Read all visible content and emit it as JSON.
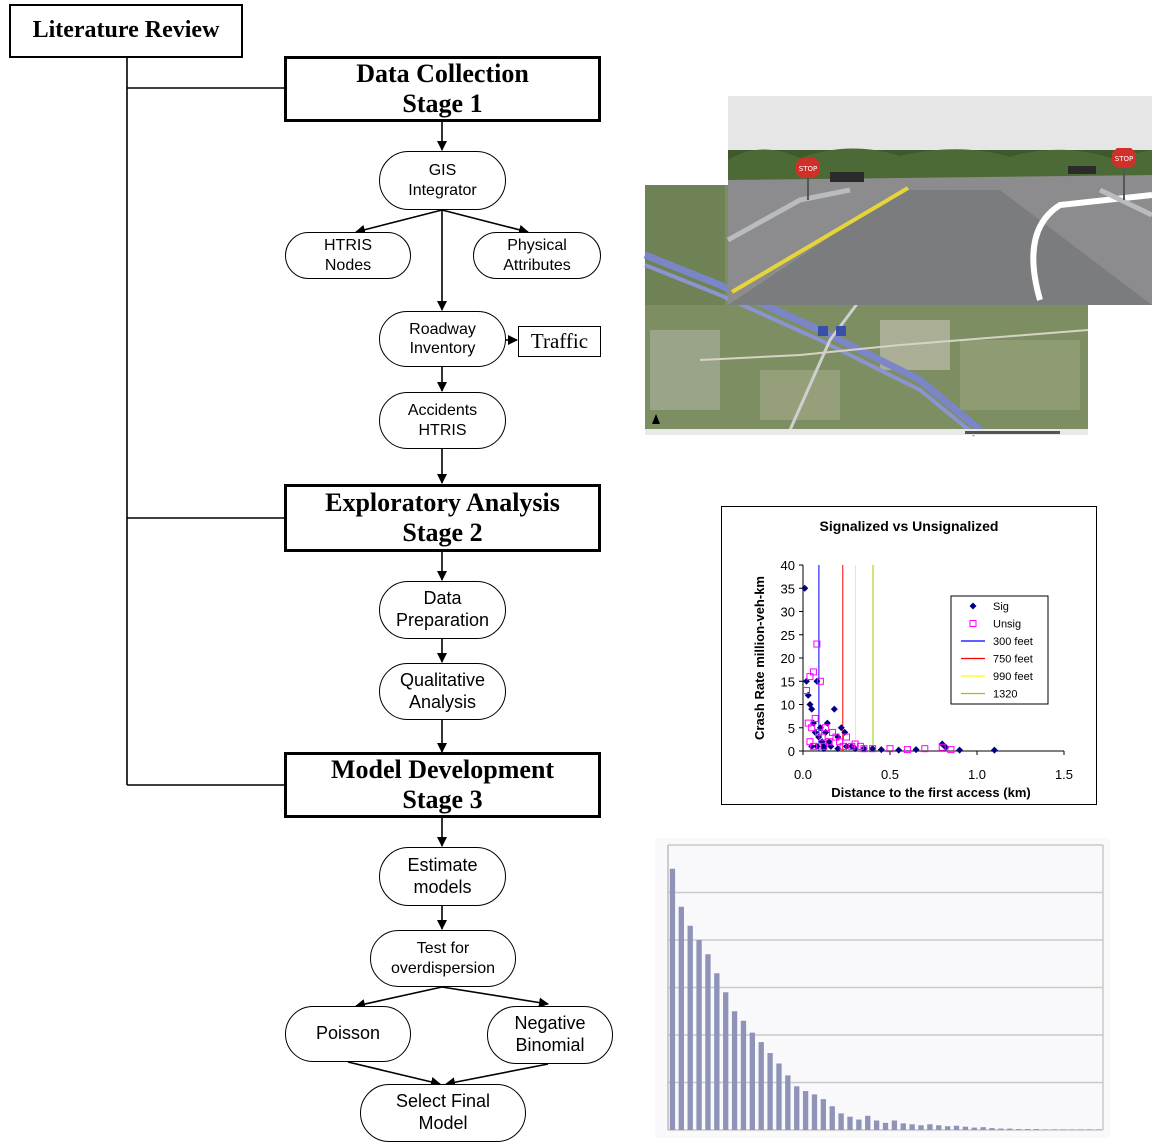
{
  "flowchart": {
    "literature_review": "Literature Review",
    "stage1": {
      "line1": "Data Collection",
      "line2": "Stage 1"
    },
    "stage2": {
      "line1": "Exploratory Analysis",
      "line2": "Stage 2"
    },
    "stage3": {
      "line1": "Model Development",
      "line2": "Stage 3"
    },
    "gis": {
      "line1": "GIS",
      "line2": "Integrator"
    },
    "htris_nodes": {
      "line1": "HTRIS",
      "line2": "Nodes"
    },
    "physical": {
      "line1": "Physical",
      "line2": "Attributes"
    },
    "roadway": {
      "line1": "Roadway",
      "line2": "Inventory"
    },
    "traffic": "Traffic",
    "accidents": {
      "line1": "Accidents",
      "line2": "HTRIS"
    },
    "data_prep": {
      "line1": "Data",
      "line2": "Preparation"
    },
    "qualitative": {
      "line1": "Qualitative",
      "line2": "Analysis"
    },
    "estimate": {
      "line1": "Estimate",
      "line2": "models"
    },
    "test": {
      "line1": "Test for",
      "line2": "overdispersion"
    },
    "poisson": "Poisson",
    "negbin": {
      "line1": "Negative",
      "line2": "Binomial"
    },
    "select": {
      "line1": "Select Final",
      "line2": "Model"
    }
  },
  "photos": {
    "road_signs": [
      "STOP",
      "STOP"
    ]
  },
  "colors": {
    "sig": "#000080",
    "unsig": "#ff00ff",
    "line300": "#0000ff",
    "line750": "#ff0000",
    "line990": "#ffff00",
    "line1320": "#99cc00",
    "hist_bar": "#8f93b8"
  },
  "chart_data": [
    {
      "type": "scatter",
      "title": "Signalized vs Unsignalized",
      "xlabel": "Distance to the first access (km)",
      "ylabel": "Crash Rate million-veh-km",
      "xlim": [
        0,
        1.5
      ],
      "ylim": [
        0,
        40
      ],
      "xticks": [
        "0.0",
        "0.5",
        "1.0",
        "1.5"
      ],
      "yticks": [
        "0",
        "5",
        "10",
        "15",
        "20",
        "25",
        "30",
        "35",
        "40"
      ],
      "legend_position": "right",
      "series": [
        {
          "name": "Sig",
          "marker": "diamond",
          "points": [
            [
              0.01,
              35
            ],
            [
              0.02,
              15
            ],
            [
              0.03,
              12
            ],
            [
              0.04,
              10
            ],
            [
              0.05,
              9
            ],
            [
              0.06,
              6
            ],
            [
              0.07,
              4
            ],
            [
              0.08,
              15
            ],
            [
              0.09,
              3
            ],
            [
              0.1,
              5
            ],
            [
              0.11,
              2
            ],
            [
              0.12,
              1
            ],
            [
              0.13,
              4
            ],
            [
              0.14,
              6
            ],
            [
              0.15,
              2
            ],
            [
              0.16,
              1
            ],
            [
              0.18,
              9
            ],
            [
              0.2,
              3
            ],
            [
              0.22,
              5
            ],
            [
              0.24,
              4
            ],
            [
              0.25,
              1
            ],
            [
              0.28,
              1
            ],
            [
              0.3,
              0.5
            ],
            [
              0.35,
              0.5
            ],
            [
              0.4,
              0.5
            ],
            [
              0.45,
              0.3
            ],
            [
              0.55,
              0.2
            ],
            [
              0.65,
              0.3
            ],
            [
              0.8,
              1.5
            ],
            [
              0.82,
              0.8
            ],
            [
              0.9,
              0.2
            ],
            [
              1.1,
              0.2
            ],
            [
              0.05,
              1
            ],
            [
              0.08,
              1
            ],
            [
              0.12,
              0.5
            ],
            [
              0.2,
              0.5
            ]
          ]
        },
        {
          "name": "Unsig",
          "marker": "square",
          "points": [
            [
              0.02,
              13
            ],
            [
              0.04,
              16
            ],
            [
              0.06,
              17
            ],
            [
              0.08,
              23
            ],
            [
              0.1,
              15
            ],
            [
              0.03,
              6
            ],
            [
              0.05,
              5
            ],
            [
              0.07,
              7
            ],
            [
              0.09,
              4
            ],
            [
              0.11,
              3
            ],
            [
              0.13,
              5
            ],
            [
              0.15,
              2
            ],
            [
              0.17,
              4
            ],
            [
              0.19,
              3
            ],
            [
              0.21,
              2
            ],
            [
              0.23,
              1
            ],
            [
              0.25,
              3
            ],
            [
              0.28,
              1
            ],
            [
              0.3,
              1.5
            ],
            [
              0.33,
              1
            ],
            [
              0.35,
              0.5
            ],
            [
              0.4,
              0.5
            ],
            [
              0.5,
              0.5
            ],
            [
              0.6,
              0.3
            ],
            [
              0.7,
              0.5
            ],
            [
              0.8,
              0.8
            ],
            [
              0.85,
              0.3
            ],
            [
              0.04,
              2
            ],
            [
              0.06,
              1
            ],
            [
              0.12,
              1
            ]
          ]
        },
        {
          "name": "300 feet",
          "type": "vline",
          "x": 0.0914
        },
        {
          "name": "750 feet",
          "type": "vline",
          "x": 0.2286
        },
        {
          "name": "990 feet",
          "type": "vline",
          "x": 0.3018
        },
        {
          "name": "1320",
          "type": "vline",
          "x": 0.4023
        }
      ]
    },
    {
      "type": "bar",
      "ylim": [
        0,
        6
      ],
      "grid": true,
      "values": [
        5.5,
        4.7,
        4.3,
        4.0,
        3.7,
        3.3,
        2.9,
        2.5,
        2.3,
        2.05,
        1.85,
        1.62,
        1.4,
        1.15,
        0.92,
        0.82,
        0.75,
        0.65,
        0.5,
        0.35,
        0.28,
        0.22,
        0.3,
        0.2,
        0.15,
        0.2,
        0.14,
        0.12,
        0.1,
        0.12,
        0.1,
        0.08,
        0.09,
        0.07,
        0.05,
        0.06,
        0.04,
        0.03,
        0.03,
        0.02,
        0.02,
        0.02,
        0.01,
        0.01,
        0.01,
        0.01,
        0.01,
        0.01,
        0.01
      ]
    }
  ]
}
